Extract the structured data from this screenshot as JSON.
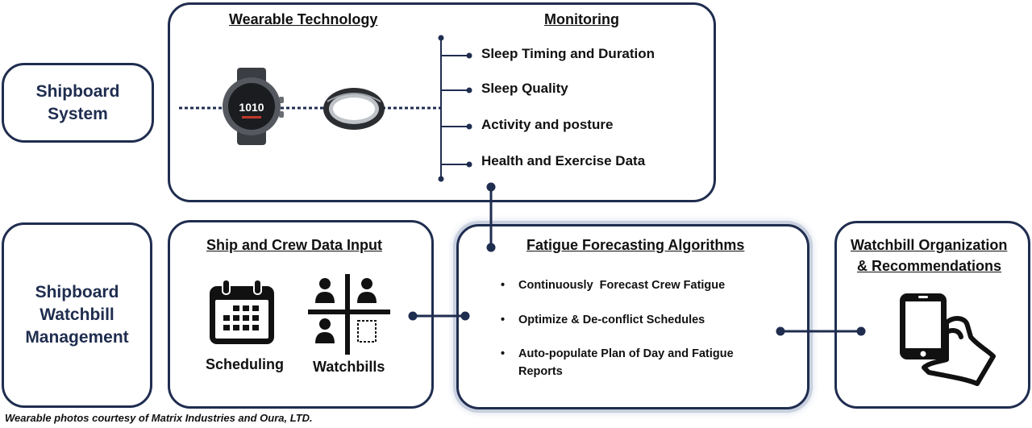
{
  "shipboard_system": {
    "label": "Shipboard System"
  },
  "wearable": {
    "heading": "Wearable Technology",
    "watch_display": "1010"
  },
  "monitoring": {
    "heading": "Monitoring",
    "items": [
      "Sleep Timing and Duration",
      "Sleep Quality",
      "Activity and posture",
      "Health and Exercise Data"
    ]
  },
  "watchbill_management": {
    "label": "Shipboard Watchbill Management"
  },
  "data_input": {
    "heading": "Ship and Crew Data Input",
    "scheduling_label": "Scheduling",
    "watchbills_label": "Watchbills"
  },
  "algorithms": {
    "heading": "Fatigue Forecasting Algorithms",
    "bullets": [
      "Continuously  Forecast Crew Fatigue",
      "Optimize & De-conflict Schedules",
      "Auto-populate Plan of Day and Fatigue Reports"
    ]
  },
  "recommendations": {
    "heading_line1": "Watchbill Organization",
    "heading_line2": "& Recommendations"
  },
  "credit": "Wearable photos courtesy of Matrix Industries and Oura, LTD.",
  "colors": {
    "border": "#1f2d4f",
    "label_text": "#1f2d4f",
    "algorithm_glow": "#c9d0df"
  }
}
